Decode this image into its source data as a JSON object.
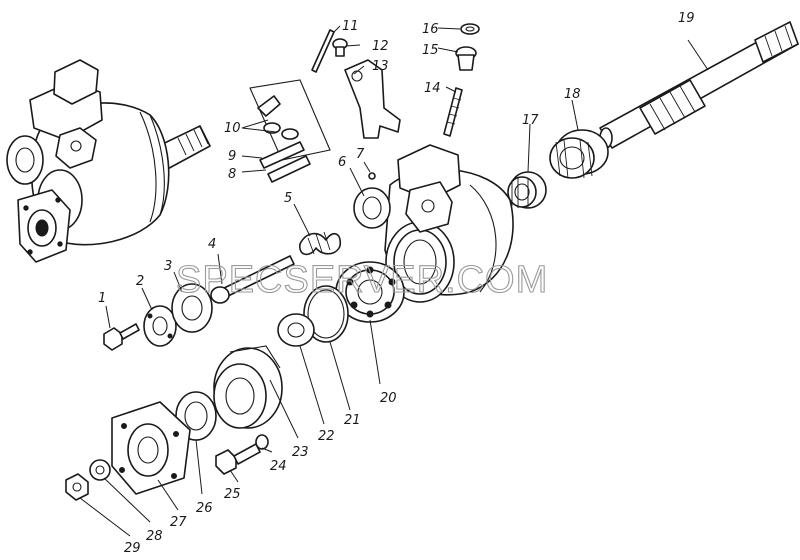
{
  "watermark": "SPECSERVER.COM",
  "callouts": [
    "1",
    "2",
    "3",
    "4",
    "5",
    "6",
    "7",
    "8",
    "9",
    "10",
    "11",
    "12",
    "13",
    "14",
    "15",
    "16",
    "17",
    "18",
    "19",
    "20",
    "21",
    "22",
    "23",
    "24",
    "25",
    "26",
    "27",
    "28",
    "29"
  ],
  "colors": {
    "ink": "#1a1a1a",
    "paper": "#ffffff",
    "watermark": "#9a9a9a"
  }
}
